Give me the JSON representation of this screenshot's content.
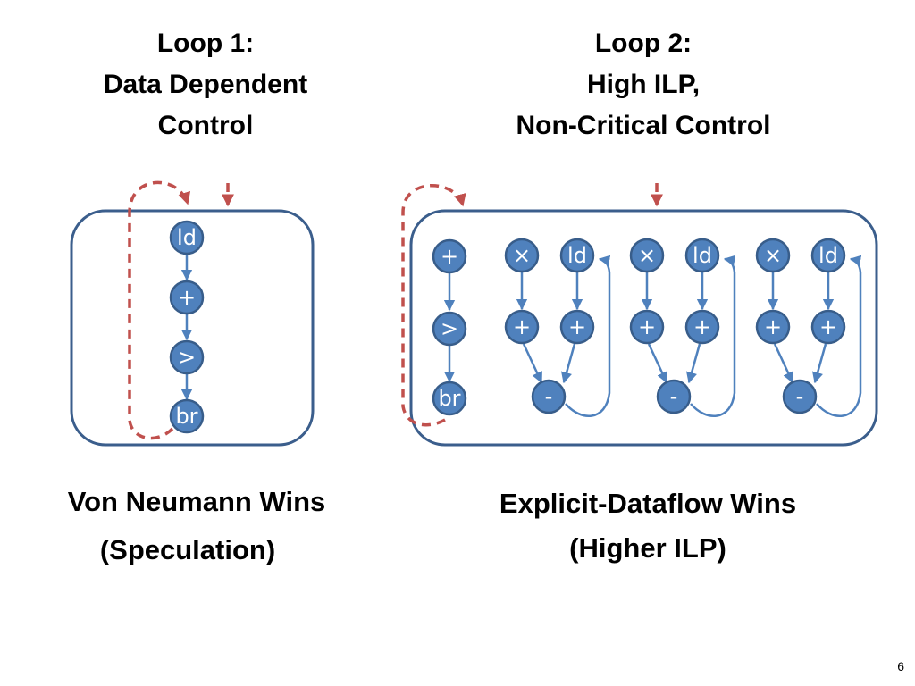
{
  "loop1": {
    "title": [
      "Loop 1:",
      "Data Dependent",
      "Control"
    ],
    "nodes": [
      "ld",
      "+",
      ">",
      "br"
    ],
    "caption": [
      "Von Neumann Wins",
      "(Speculation)"
    ]
  },
  "loop2": {
    "title": [
      "Loop 2:",
      "High ILP,",
      "Non-Critical Control"
    ],
    "control_nodes": [
      "+",
      ">",
      "br"
    ],
    "lanes": [
      {
        "mul": "×",
        "ld": "ld",
        "add1": "+",
        "add2": "+",
        "sub": "-"
      },
      {
        "mul": "×",
        "ld": "ld",
        "add1": "+",
        "add2": "+",
        "sub": "-"
      },
      {
        "mul": "×",
        "ld": "ld",
        "add1": "+",
        "add2": "+",
        "sub": "-"
      }
    ],
    "caption": [
      "Explicit-Dataflow Wins",
      "(Higher ILP)"
    ]
  },
  "colors": {
    "node": "#4f81bd",
    "box": "#3b5e8c",
    "control_arrow": "#c0504d"
  },
  "page_number": "6"
}
